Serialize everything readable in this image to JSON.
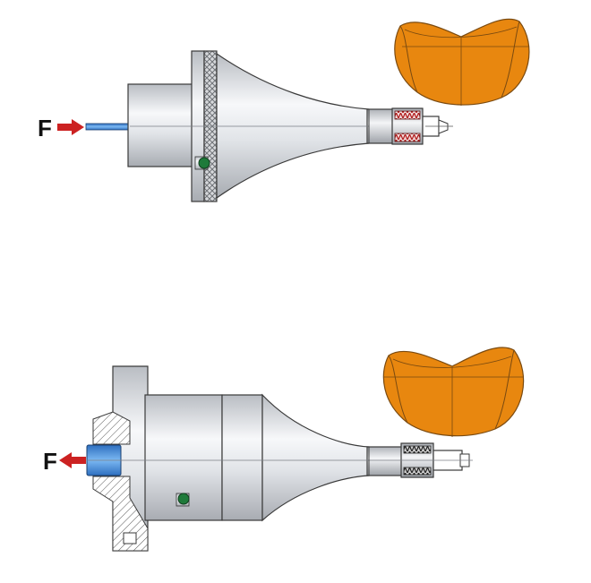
{
  "diagram": {
    "top_view": {
      "force_label": "F",
      "force_direction": "right"
    },
    "bottom_view": {
      "force_label": "F",
      "force_direction": "left"
    }
  },
  "colors": {
    "metal_light": "#f2f3f5",
    "metal_mid": "#c9ccd1",
    "metal_dark": "#9ea2a8",
    "outline": "#3a3a3a",
    "arrow": "#cc2222",
    "pin_blue": "#3d8de0",
    "knurl": "#8a8d92",
    "dot_green": "#1e7a3a",
    "orange_workpiece": "#e8870f",
    "orange_outline": "#7a4a10",
    "thread_red": "#b01818",
    "hatch": "#555555"
  }
}
